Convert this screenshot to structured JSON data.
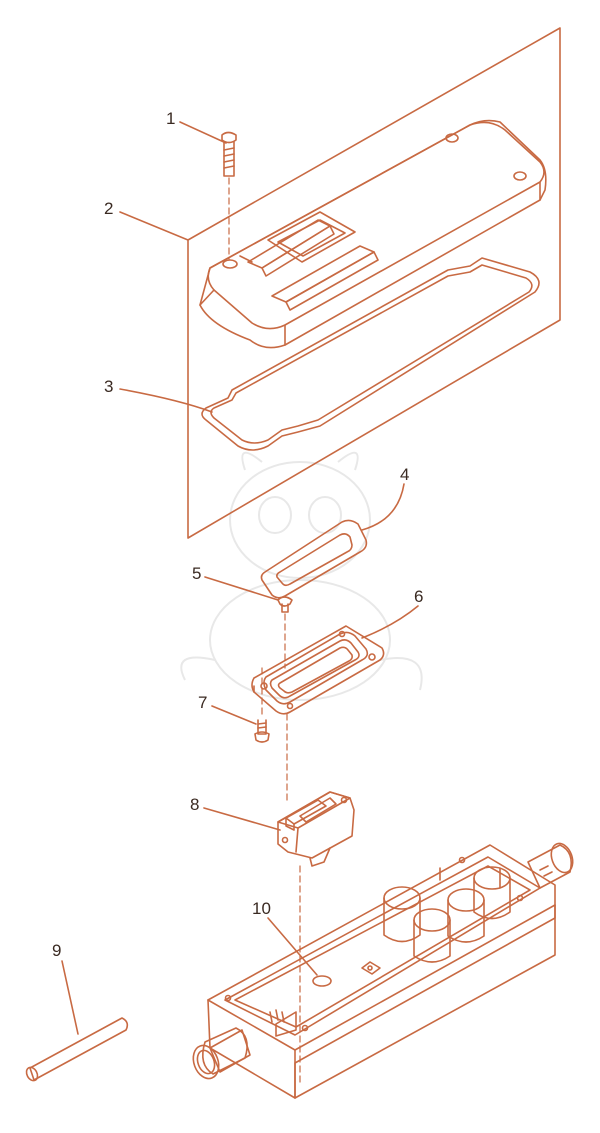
{
  "colors": {
    "line": "#c86a43",
    "fill": "#ffffff",
    "shade": "#f3dcd0",
    "watermark": "#e8e8e8"
  },
  "callouts": [
    {
      "id": "1",
      "text": "1"
    },
    {
      "id": "2",
      "text": "2"
    },
    {
      "id": "3",
      "text": "3"
    },
    {
      "id": "4",
      "text": "4"
    },
    {
      "id": "5",
      "text": "5"
    },
    {
      "id": "6",
      "text": "6"
    },
    {
      "id": "7",
      "text": "7"
    },
    {
      "id": "8",
      "text": "8"
    },
    {
      "id": "9",
      "text": "9"
    },
    {
      "id": "10",
      "text": "10"
    }
  ]
}
